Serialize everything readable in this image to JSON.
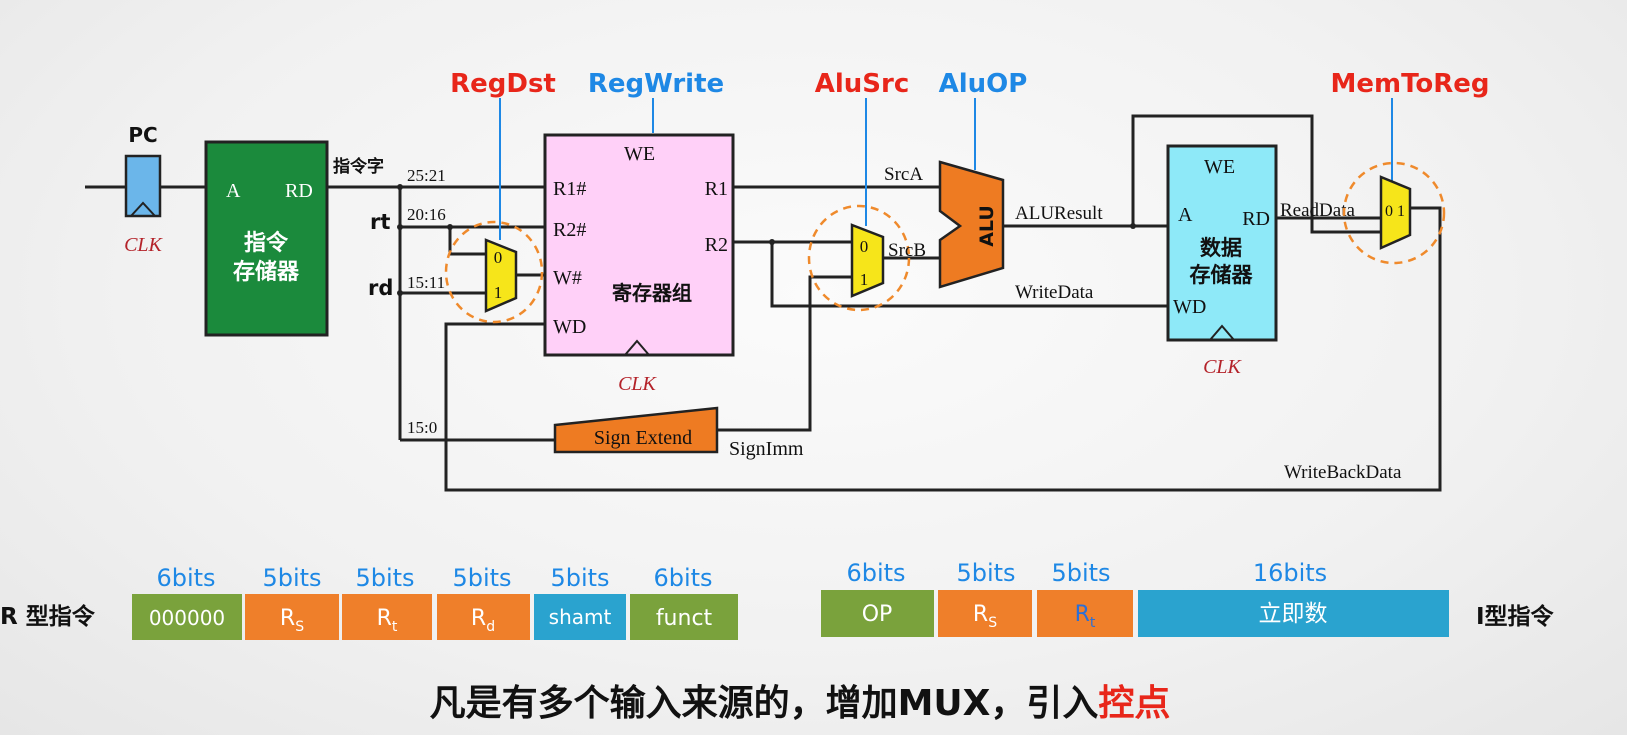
{
  "control_signals": {
    "regdst": "RegDst",
    "regwrite": "RegWrite",
    "alusrc": "AluSrc",
    "aluop": "AluOP",
    "memtoreg": "MemToReg"
  },
  "pc": {
    "label": "PC",
    "clk": "CLK"
  },
  "instr_mem": {
    "port_a": "A",
    "port_rd": "RD",
    "name_line1": "指令",
    "name_line2": "存储器",
    "out_label": "指令字"
  },
  "fields": {
    "f25_21": "25:21",
    "f20_16": "20:16",
    "f15_11": "15:11",
    "f15_0": "15:0",
    "rt": "rt",
    "rd": "rd"
  },
  "regfile": {
    "we": "WE",
    "r1_in": "R1#",
    "r2_in": "R2#",
    "w_in": "W#",
    "wd_in": "WD",
    "r1_out": "R1",
    "r2_out": "R2",
    "name": "寄存器组",
    "clk": "CLK"
  },
  "mux_regdst": {
    "in0": "0",
    "in1": "1"
  },
  "mux_alusrc": {
    "in0": "0",
    "in1": "1"
  },
  "mux_memtoreg": {
    "in0": "0",
    "in1": "1"
  },
  "alu": {
    "name": "ALU",
    "srca": "SrcA",
    "srcb": "SrcB",
    "result": "ALUResult",
    "writedata": "WriteData"
  },
  "signext": {
    "name": "Sign Extend",
    "out": "SignImm"
  },
  "data_mem": {
    "we": "WE",
    "port_a": "A",
    "port_rd": "RD",
    "port_wd": "WD",
    "name_line1": "数据",
    "name_line2": "存储器",
    "clk": "CLK",
    "out_label": "ReadData"
  },
  "writeback": "WriteBackData",
  "colors": {
    "control_red": "#e8261a",
    "control_blue": "#1e88e5",
    "green_block": "#1b8a3c",
    "pink_block": "#ffd0f8",
    "cyan_block": "#8ee9f8",
    "mux_yellow": "#f6e51a",
    "alu_orange": "#ee7b22",
    "pc_blue": "#6bb6ea"
  },
  "r_format": {
    "title": "R 型指令",
    "fields": [
      {
        "bits": "6bits",
        "name": "000000",
        "sub": ""
      },
      {
        "bits": "5bits",
        "name": "R",
        "sub": "S"
      },
      {
        "bits": "5bits",
        "name": "R",
        "sub": "t"
      },
      {
        "bits": "5bits",
        "name": "R",
        "sub": "d"
      },
      {
        "bits": "5bits",
        "name": "shamt",
        "sub": ""
      },
      {
        "bits": "6bits",
        "name": "funct",
        "sub": ""
      }
    ]
  },
  "i_format": {
    "title": "I型指令",
    "fields": [
      {
        "bits": "6bits",
        "name": "OP",
        "sub": ""
      },
      {
        "bits": "5bits",
        "name": "R",
        "sub": "S"
      },
      {
        "bits": "5bits",
        "name": "R",
        "sub": "t"
      },
      {
        "bits": "16bits",
        "name": "立即数",
        "sub": ""
      }
    ]
  },
  "caption": {
    "main": "凡是有多个输入来源的，增加MUX，引入",
    "highlight": "控点"
  }
}
